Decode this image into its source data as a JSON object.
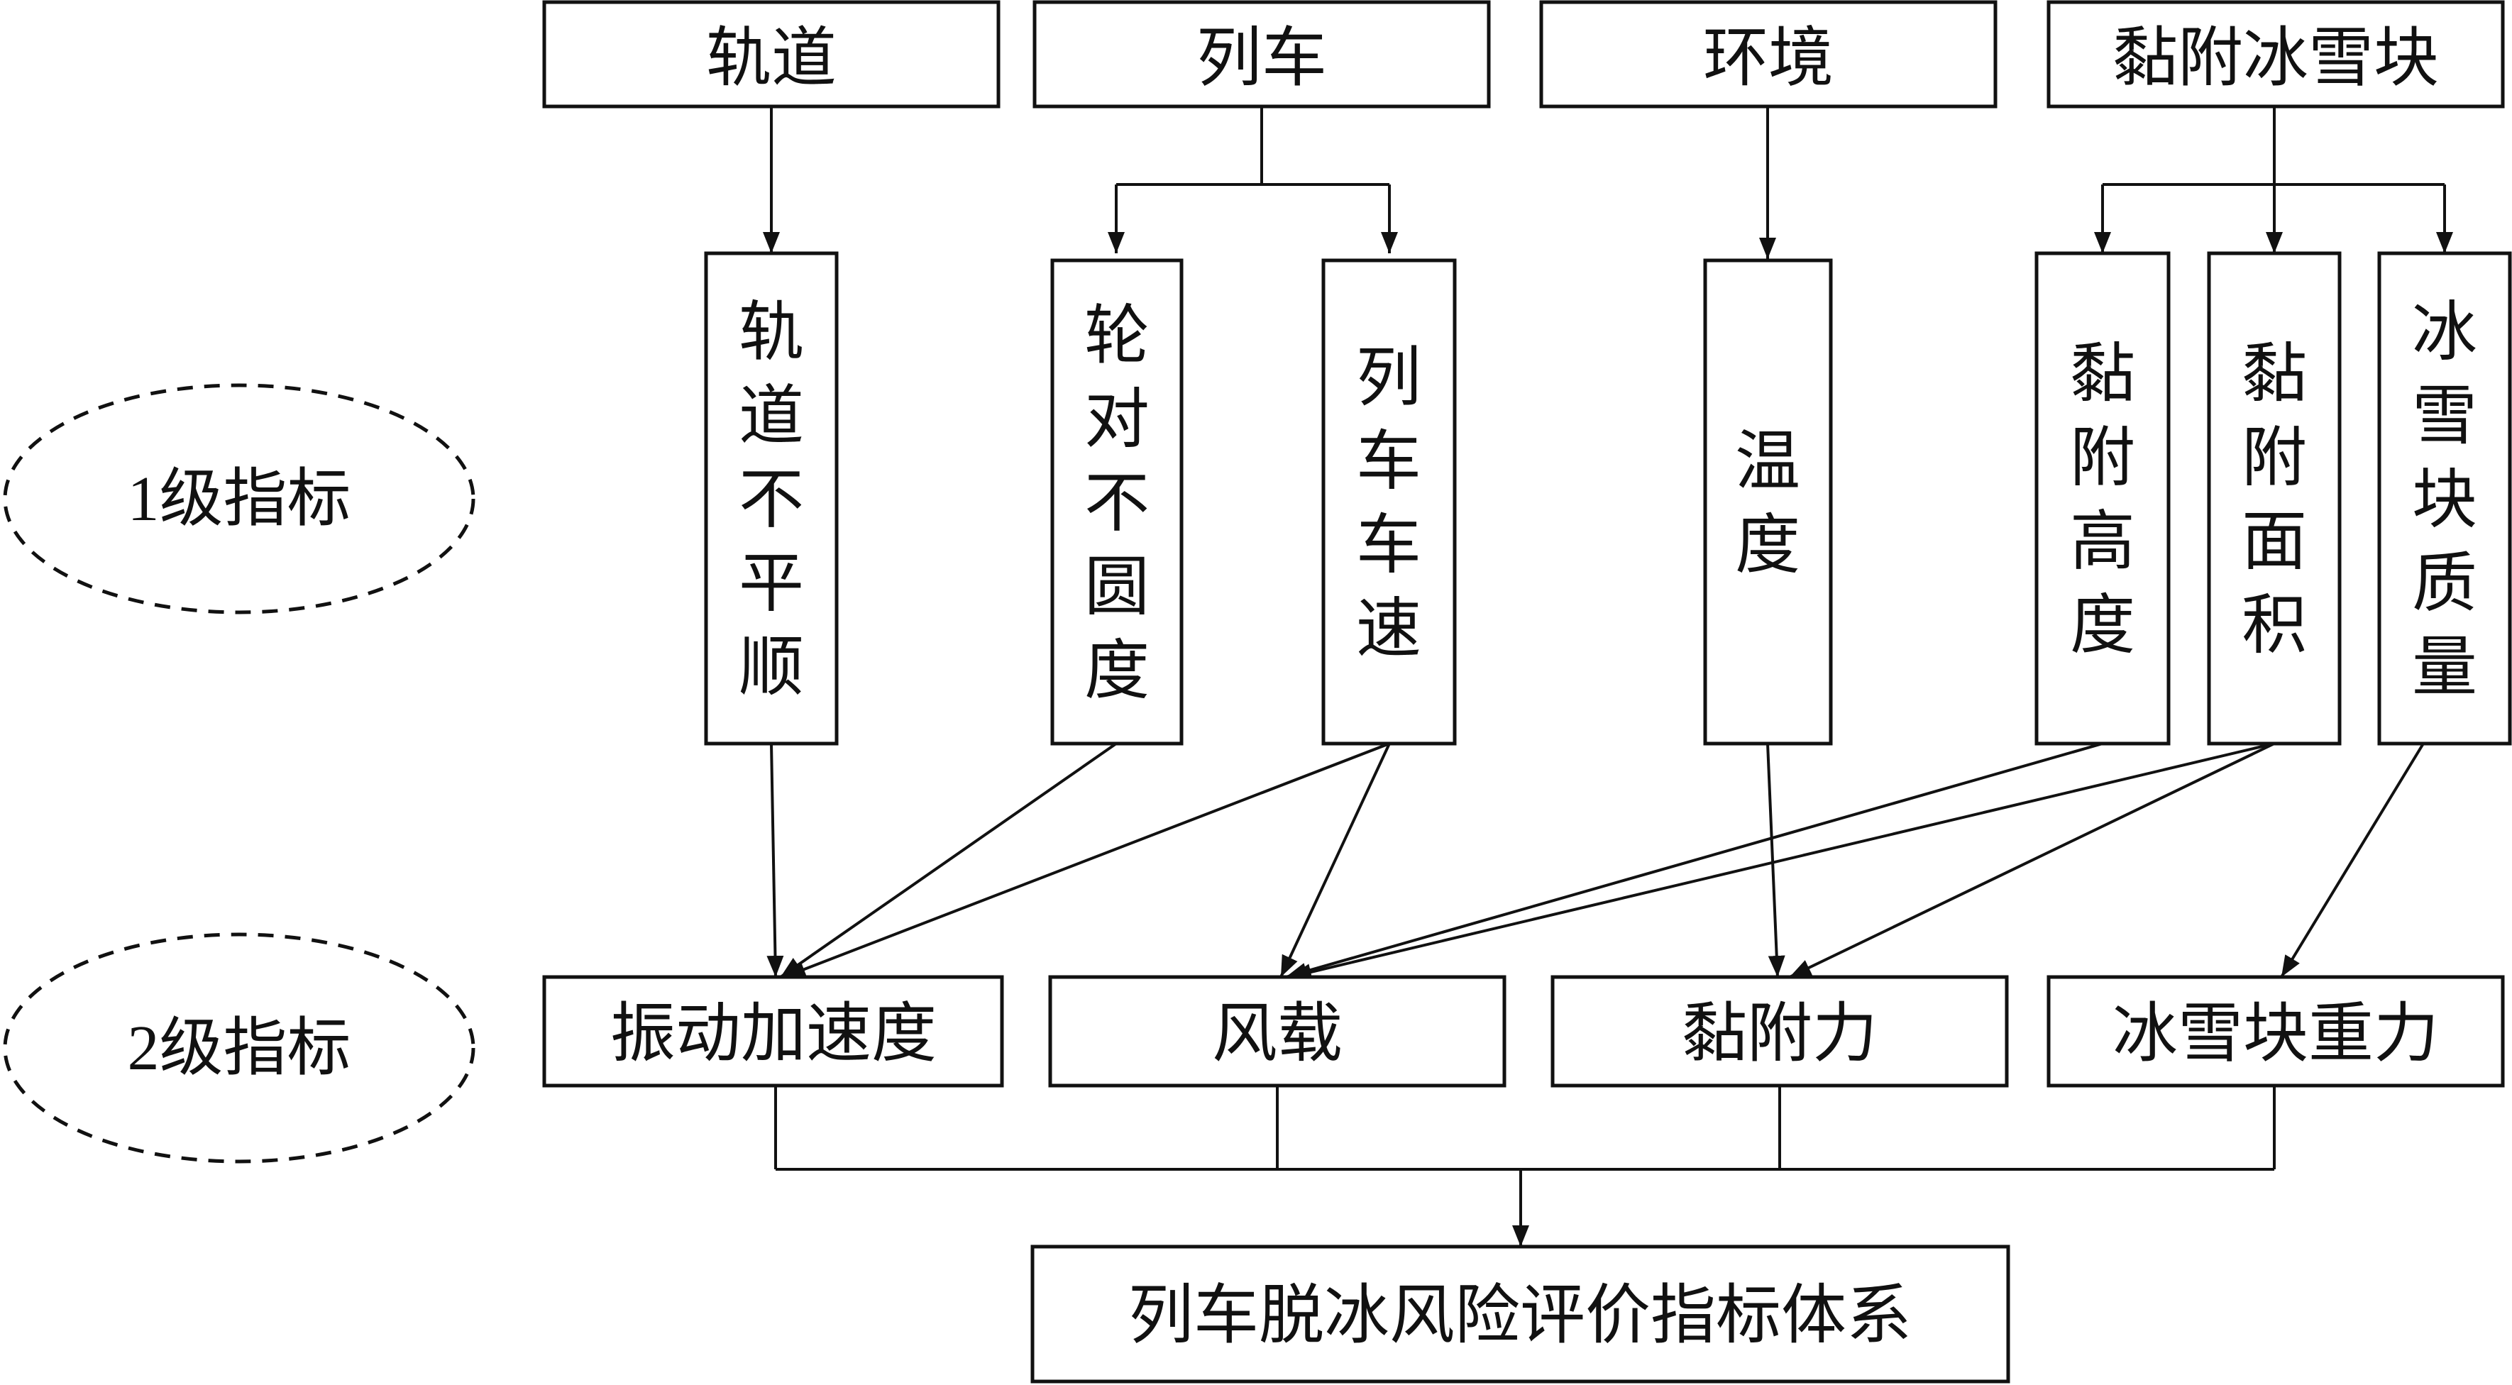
{
  "level_labels": {
    "level1": "1级指标",
    "level2": "2级指标"
  },
  "top": {
    "track": "轨道",
    "train": "列车",
    "environment": "环境",
    "ice": "黏附冰雪块"
  },
  "level1": {
    "track_irregularity": "轨道不平顺",
    "wheel_out_of_round": "轮对不圆度",
    "train_speed": "列车车速",
    "temperature": "温度",
    "adhesion_height": "黏附高度",
    "adhesion_area": "黏附面积",
    "ice_mass": "冰雪块质量"
  },
  "level2": {
    "vibration": "振动加速度",
    "wind_load": "风载",
    "adhesion_force": "黏附力",
    "ice_gravity": "冰雪块重力"
  },
  "bottom": {
    "system": "列车脱冰风险评价指标体系"
  }
}
